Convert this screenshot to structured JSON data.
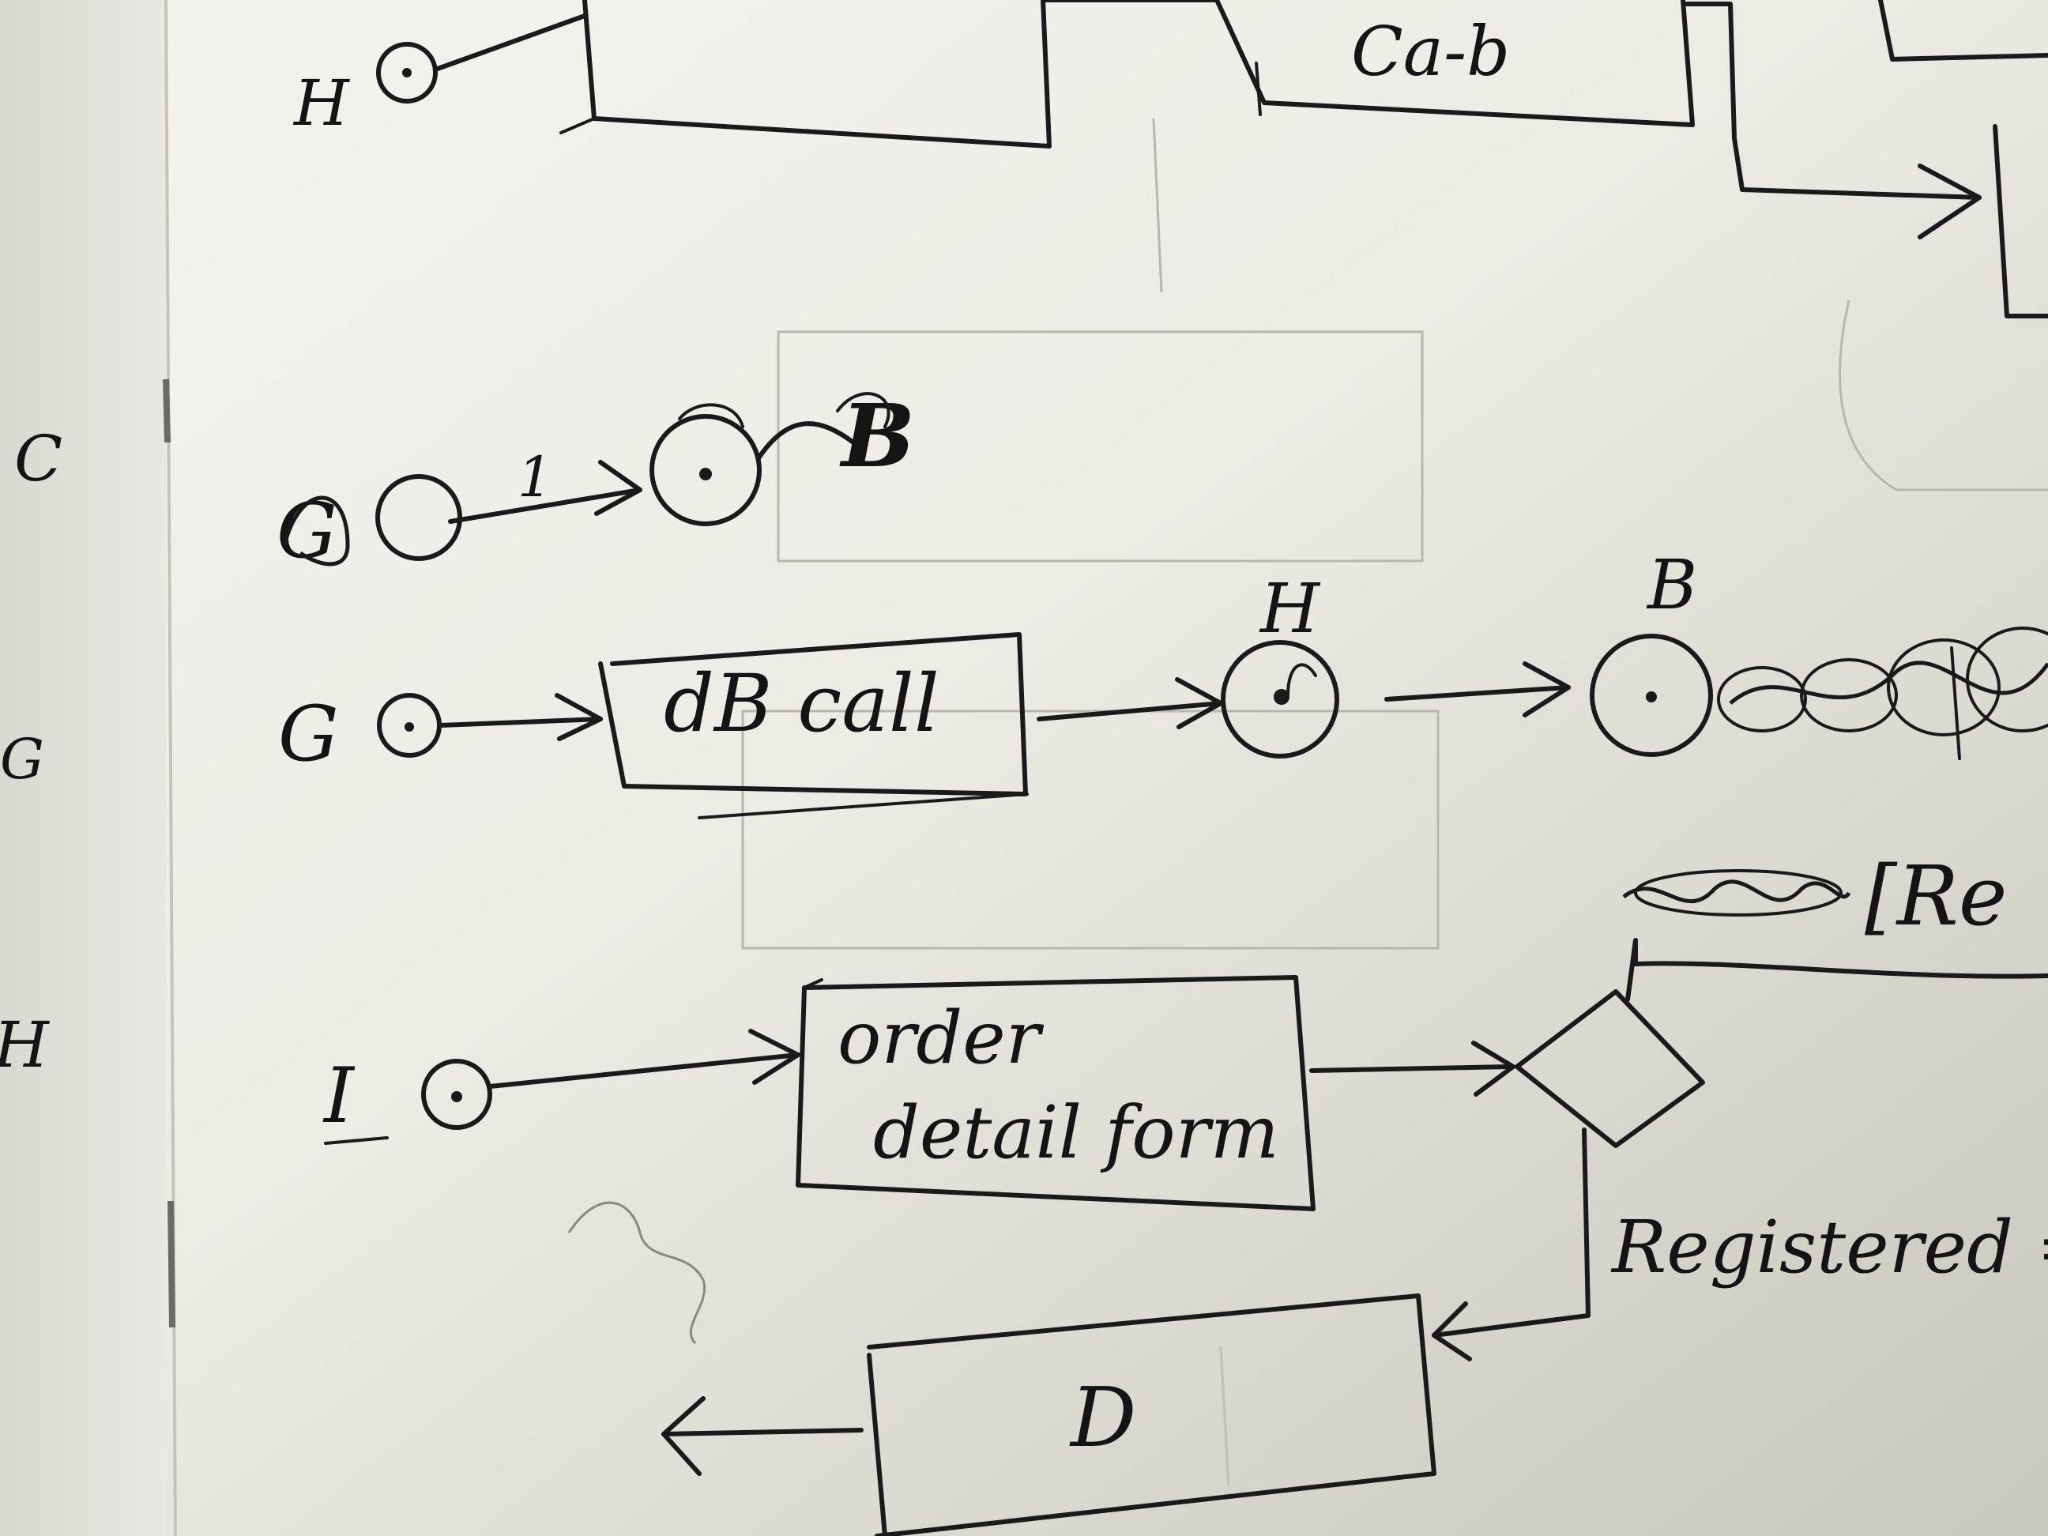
{
  "left_margin_letters": [
    "C",
    "G",
    "H"
  ],
  "rows": {
    "h": {
      "label": "H"
    },
    "top": {
      "box2_label": "Ca-b"
    },
    "g_scratched": {
      "start_label": "G",
      "arrow_mark": "1",
      "end_label": "B"
    },
    "g": {
      "label": "G",
      "box_label": "dB call",
      "node1_label": "H",
      "node2_label": "B"
    },
    "i": {
      "label": "I",
      "box_line1": "order",
      "box_line2": "detail form",
      "branch_label": "[Re",
      "guard_label": "Registered ="
    },
    "d": {
      "box_label": "D"
    }
  }
}
